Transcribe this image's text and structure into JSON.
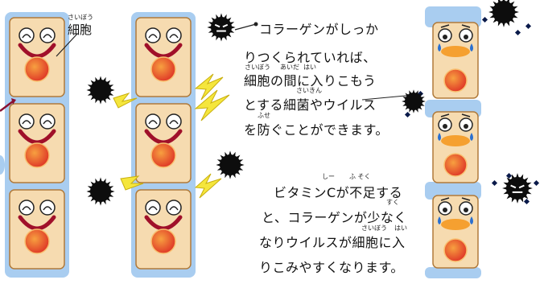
{
  "labels": {
    "cell": "細胞",
    "cell_ruby": "さいぼう"
  },
  "paragraph1": {
    "lines": [
      "コラーゲンがしっか",
      "りつくられていれば、",
      "細胞の間に入りこもう",
      "とする細菌やウイルス",
      "を防ぐことができます。"
    ],
    "ruby": {
      "saibou": "さいぼう",
      "aida": "あいだ",
      "hai": "はい",
      "saikin": "さいきん",
      "fuse": "ふせ"
    }
  },
  "paragraph2": {
    "lines": [
      "ビタミンCが不足する",
      "と、コラーゲンが少なく",
      "なりウイルスが細胞に入",
      "りこみやすくなります。"
    ],
    "ruby": {
      "shii": "しー",
      "fusoku": "ふ そく",
      "sukuna": "すく",
      "saibou": "さいぼう",
      "hai": "はい"
    }
  },
  "colors": {
    "cell_fill": "#f6dbb0",
    "cell_border": "#b07a3a",
    "backbone": "#a9cdf0",
    "smile": "#a0102a",
    "nucleus": "#e8502a",
    "virus": "#0d0d0d",
    "lightning": "#f5e63c",
    "worried_mouth": "#f5a030",
    "tear": "#2a6fd0",
    "arrow": "#8a1030"
  }
}
